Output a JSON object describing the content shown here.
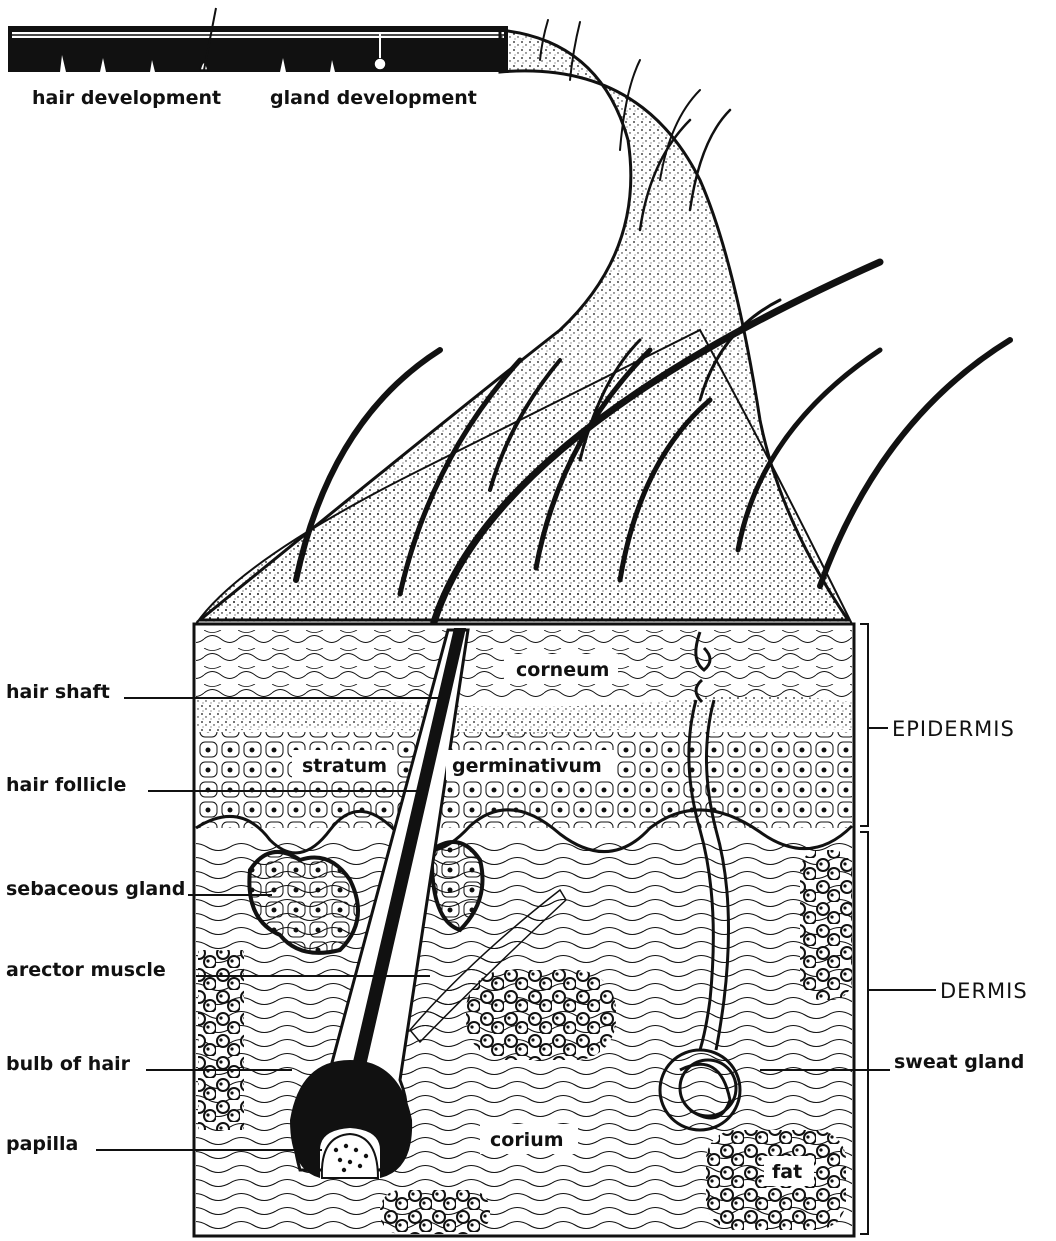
{
  "strip_labels": {
    "hair_development": "hair development",
    "gland_development": "gland development"
  },
  "left_labels": {
    "hair_shaft": "hair shaft",
    "hair_follicle": "hair follicle",
    "sebaceous_gland": "sebaceous gland",
    "arector_muscle": "arector muscle",
    "bulb_of_hair": "bulb of hair",
    "papilla": "papilla"
  },
  "inner_labels": {
    "corneum": "corneum",
    "stratum": "stratum",
    "germinativum": "germinativum",
    "corium": "corium",
    "fat": "fat"
  },
  "right_labels": {
    "epidermis": "EPIDERMIS",
    "dermis": "DERMIS",
    "sweat_gland": "sweat gland"
  },
  "colors": {
    "ink": "#111111",
    "paper": "#ffffff"
  }
}
